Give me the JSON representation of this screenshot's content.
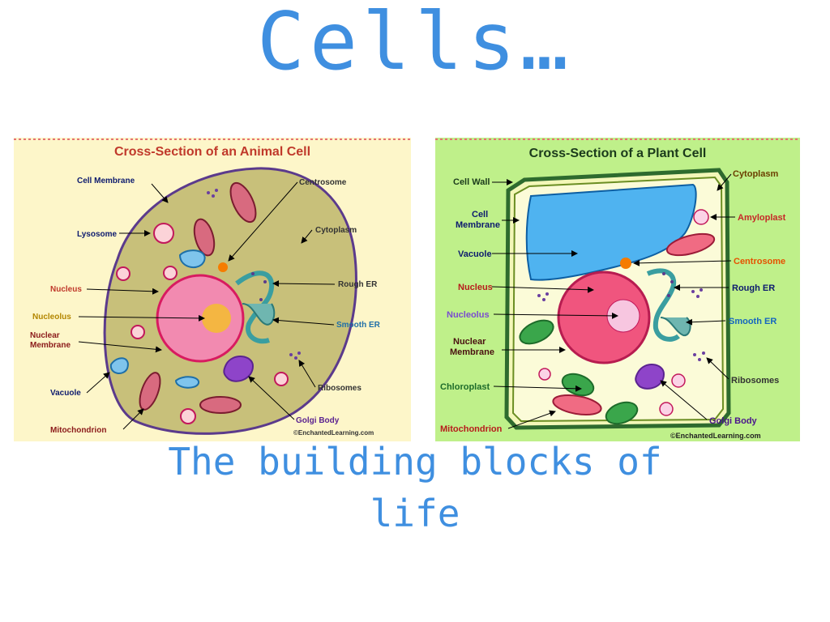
{
  "title": "Cells…",
  "subtitle": {
    "line1": "The building blocks of",
    "line2": "life"
  },
  "colors": {
    "accent": "#3f8fe0",
    "animal_bg": "#fdf6c9",
    "plant_bg": "#bff08a",
    "heading": "#c0392b"
  },
  "animal_cell": {
    "heading": "Cross-Section of an Animal Cell",
    "credit": "©EnchantedLearning.com",
    "labels": {
      "cell_membrane": "Cell Membrane",
      "lysosome": "Lysosome",
      "nucleus": "Nucleus",
      "nucleolus": "Nucleolus",
      "nuclear_membrane": "Nuclear Membrane",
      "vacuole": "Vacuole",
      "mitochondrion": "Mitochondrion",
      "centrosome": "Centrosome",
      "cytoplasm": "Cytoplasm",
      "rough_er": "Rough ER",
      "smooth_er": "Smooth ER",
      "ribosomes": "Ribosomes",
      "golgi_body": "Golgi Body"
    }
  },
  "plant_cell": {
    "heading": "Cross-Section of a Plant Cell",
    "credit": "©EnchantedLearning.com",
    "labels": {
      "cell_wall": "Cell Wall",
      "cell_membrane": "Cell Membrane",
      "vacuole": "Vacuole",
      "nucleus": "Nucleus",
      "nucleolus": "Nucleolus",
      "nuclear_membrane": "Nuclear Membrane",
      "chloroplast": "Chloroplast",
      "mitochondrion": "Mitochondrion",
      "cytoplasm": "Cytoplasm",
      "amyloplast": "Amyloplast",
      "centrosome": "Centrosome",
      "rough_er": "Rough ER",
      "smooth_er": "Smooth ER",
      "ribosomes": "Ribosomes",
      "golgi_body": "Golgi Body"
    }
  }
}
